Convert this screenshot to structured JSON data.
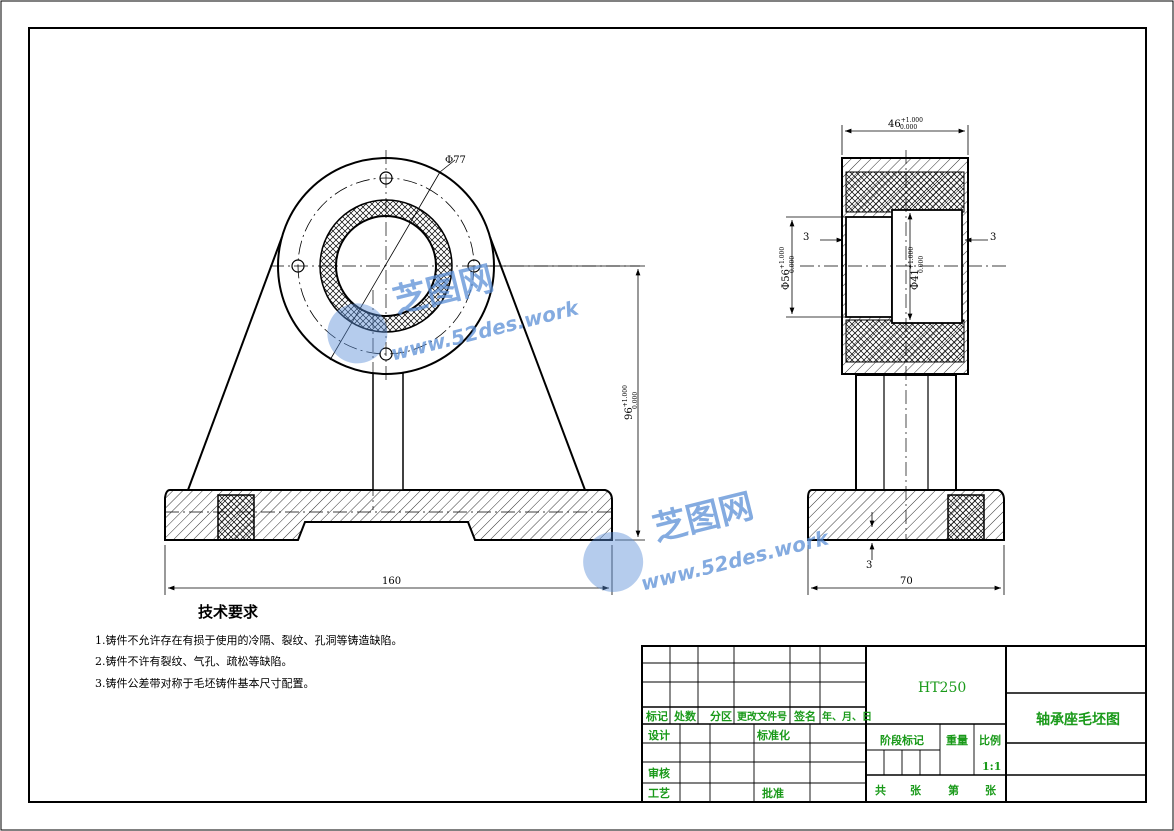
{
  "dimensions": {
    "outer_dia": "Φ77",
    "base_length": "160",
    "center_height_base": "96",
    "center_height_tol_upper": "+1.000",
    "center_height_tol_lower": "0.000",
    "side_width": "70",
    "top_width_base": "46",
    "top_width_tol_upper": "+1.000",
    "top_width_tol_lower": "0.000",
    "bore_large_base": "Φ56",
    "bore_large_tol_upper": "+1.000",
    "bore_large_tol_lower": "0.000",
    "bore_small_base": "Φ41",
    "bore_small_tol_upper": "+1.000",
    "bore_small_tol_lower": "0.000",
    "allowance_left": "3",
    "allowance_right": "3",
    "allowance_bottom": "3"
  },
  "tech_requirements": {
    "title": "技术要求",
    "items": [
      "1.铸件不允许存在有损于使用的冷隔、裂纹、孔洞等铸造缺陷。",
      "2.铸件不许有裂纹、气孔、疏松等缺陷。",
      "3.铸件公差带对称于毛坯铸件基本尺寸配置。"
    ]
  },
  "title_block": {
    "material": "HT250",
    "drawing_name": "轴承座毛坯图",
    "rev_headers": [
      "标记",
      "处数",
      "分区",
      "更改文件号",
      "签名",
      "年、月、日"
    ],
    "design": "设计",
    "standardize": "标准化",
    "review": "审核",
    "process": "工艺",
    "approve": "批准",
    "stage_mark": "阶段标记",
    "weight": "重量",
    "scale_label": "比例",
    "scale_value": "1:1",
    "sheets_total_label": "共",
    "sheets_unit": "张",
    "sheet_no_label": "第",
    "sheet_no_unit": "张"
  },
  "watermark": {
    "brand": "芝图网",
    "url": "www.52des.work"
  },
  "colors": {
    "lines": "#000000",
    "title_text": "#1a9a1a",
    "watermark": "#5b8fd6"
  }
}
